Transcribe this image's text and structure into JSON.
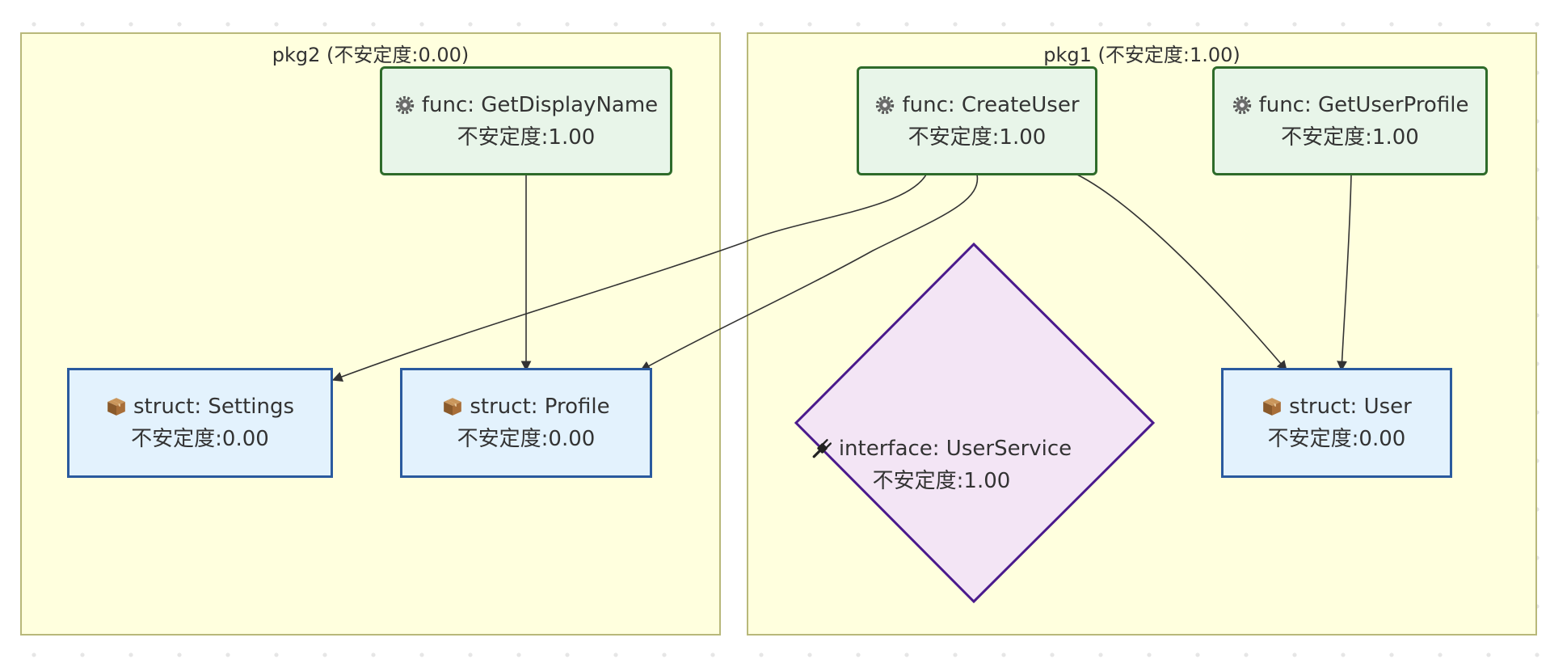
{
  "clusters": {
    "pkg2": {
      "label": "pkg2 (不安定度:0.00)"
    },
    "pkg1": {
      "label": "pkg1 (不安定度:1.00)"
    }
  },
  "nodes": {
    "get_display_name": {
      "title": "func: GetDisplayName",
      "instability": "不安定度:1.00",
      "icon": "gear-icon"
    },
    "create_user": {
      "title": "func: CreateUser",
      "instability": "不安定度:1.00",
      "icon": "gear-icon"
    },
    "get_user_profile": {
      "title": "func: GetUserProfile",
      "instability": "不安定度:1.00",
      "icon": "gear-icon"
    },
    "settings": {
      "title": "struct: Settings",
      "instability": "不安定度:0.00",
      "icon": "package-icon"
    },
    "profile": {
      "title": "struct: Profile",
      "instability": "不安定度:0.00",
      "icon": "package-icon"
    },
    "user": {
      "title": "struct: User",
      "instability": "不安定度:0.00",
      "icon": "package-icon"
    },
    "user_service": {
      "title": "interface: UserService",
      "instability": "不安定度:1.00",
      "icon": "plug-icon"
    }
  },
  "edges": [
    {
      "from": "func: GetDisplayName",
      "to": "struct: Profile"
    },
    {
      "from": "func: CreateUser",
      "to": "struct: Settings"
    },
    {
      "from": "func: CreateUser",
      "to": "struct: Profile"
    },
    {
      "from": "func: CreateUser",
      "to": "struct: User"
    },
    {
      "from": "func: GetUserProfile",
      "to": "struct: User"
    }
  ],
  "colors": {
    "cluster_fill": "#ffffde",
    "cluster_border": "#b8b87a",
    "func_fill": "#e8f5e9",
    "func_border": "#2e6b2a",
    "struct_fill": "#e3f2fd",
    "struct_border": "#2a5a9e",
    "interface_fill": "#f3e5f5",
    "interface_border": "#4a1a8c",
    "edge": "#333333"
  }
}
